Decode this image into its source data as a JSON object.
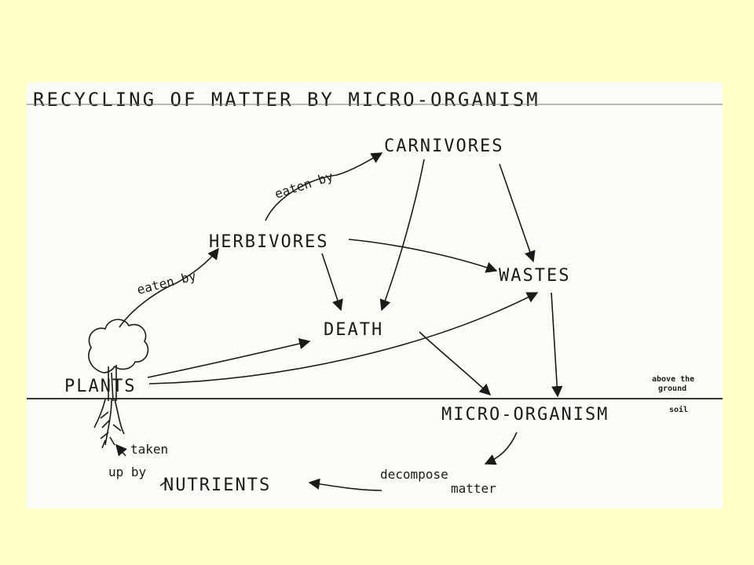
{
  "title": "RECYCLING OF MATTER BY MICRO-ORGANISM",
  "nodes": {
    "carnivores": "CARNIVORES",
    "herbivores": "HERBIVORES",
    "wastes": "WASTES",
    "death": "DEATH",
    "plants": "PLANTS",
    "micro_organism": "MICRO-ORGANISM",
    "nutrients": "NUTRIENTS"
  },
  "edge_labels": {
    "herbivores_to_carnivores": "eaten by",
    "plants_to_herbivores": "eaten by",
    "nutrients_to_plants_1": "taken",
    "nutrients_to_plants_2": "up by",
    "micro_to_nutrients_1": "decompose",
    "micro_to_nutrients_2": "matter"
  },
  "ground_labels": {
    "above_1": "above the",
    "above_2": "ground",
    "below": "soil"
  }
}
